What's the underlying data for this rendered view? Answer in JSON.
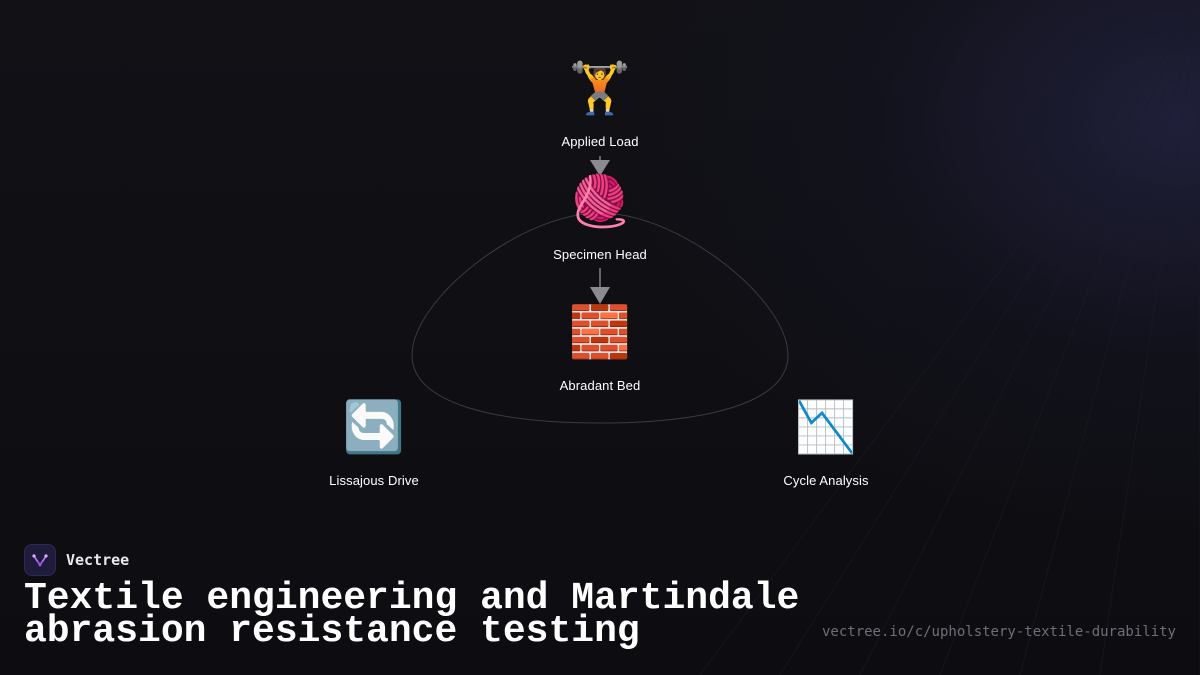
{
  "diagram": {
    "nodes": [
      {
        "id": "applied-load",
        "label": "Applied Load",
        "icon": "weight-lifter-icon",
        "glyph": "🏋"
      },
      {
        "id": "specimen-head",
        "label": "Specimen Head",
        "icon": "yarn-ball-icon",
        "glyph": "🧶"
      },
      {
        "id": "abradant-bed",
        "label": "Abradant Bed",
        "icon": "brick-wall-icon",
        "glyph": "🧱"
      },
      {
        "id": "lissajous-drive",
        "label": "Lissajous Drive",
        "icon": "cycle-arrows-icon",
        "glyph": "🔄"
      },
      {
        "id": "cycle-analysis",
        "label": "Cycle Analysis",
        "icon": "chart-decreasing-icon",
        "glyph": "📉"
      }
    ],
    "edges": [
      {
        "from": "applied-load",
        "to": "specimen-head"
      },
      {
        "from": "specimen-head",
        "to": "abradant-bed"
      }
    ]
  },
  "brand": {
    "name": "Vectree",
    "accent": "#a855f7"
  },
  "title": "Textile engineering and Martindale abrasion resistance testing",
  "url": "vectree.io/c/upholstery-textile-durability"
}
